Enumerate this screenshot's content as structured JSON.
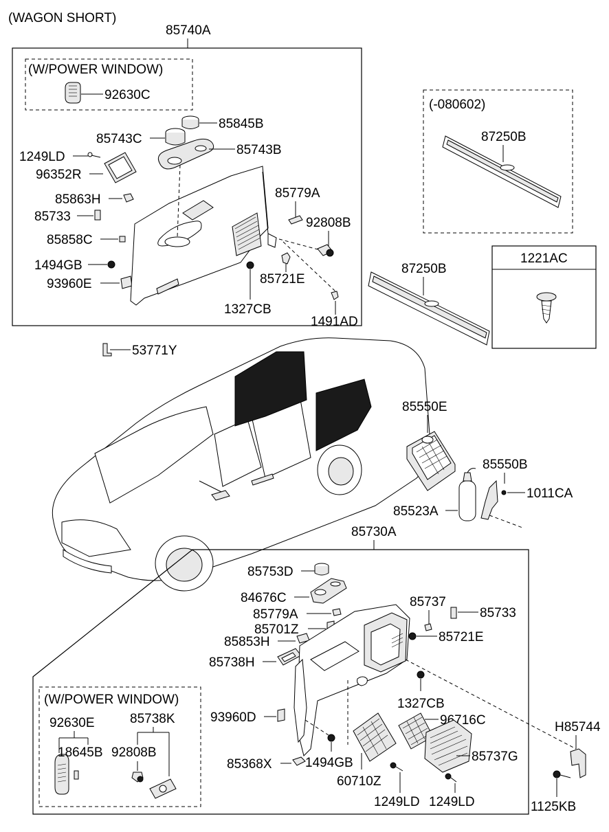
{
  "header": {
    "variant": "(WAGON SHORT)"
  },
  "groups": {
    "upper_assembly": "85740A",
    "lower_assembly": "85730A",
    "upper_power_window_note": "(W/POWER WINDOW)",
    "lower_power_window_note": "(W/POWER WINDOW)",
    "date_range_note": "(-080602)",
    "bolt_box": "1221AC"
  },
  "labels": {
    "p92630C": "92630C",
    "p85845B": "85845B",
    "p85743C": "85743C",
    "p85743B": "85743B",
    "p1249LD_a": "1249LD",
    "p96352R": "96352R",
    "p85779A_a": "85779A",
    "p85863H": "85863H",
    "p85733_a": "85733",
    "p92808B_a": "92808B",
    "p85858C": "85858C",
    "p1494GB_a": "1494GB",
    "p85721E_a": "85721E",
    "p93960E": "93960E",
    "p1327CB_a": "1327CB",
    "p1491AD": "1491AD",
    "p87250B_a": "87250B",
    "p87250B_b": "87250B",
    "p53771Y": "53771Y",
    "p85550E": "85550E",
    "p85550B": "85550B",
    "p1011CA": "1011CA",
    "p85523A": "85523A",
    "p85753D": "85753D",
    "p84676C": "84676C",
    "p85779A_b": "85779A",
    "p85737": "85737",
    "p85733_b": "85733",
    "p85701Z": "85701Z",
    "p85853H": "85853H",
    "p85721E_b": "85721E",
    "p85738H": "85738H",
    "p92630E": "92630E",
    "p85738K": "85738K",
    "p18645B": "18645B",
    "p92808B_b": "92808B",
    "p93960D": "93960D",
    "p1327CB_b": "1327CB",
    "p96716C": "96716C",
    "pH85744": "H85744",
    "p85737G": "85737G",
    "p85368X": "85368X",
    "p1494GB_b": "1494GB",
    "p60710Z": "60710Z",
    "p1249LD_b": "1249LD",
    "p1249LD_c": "1249LD",
    "p1125KB": "1125KB"
  }
}
